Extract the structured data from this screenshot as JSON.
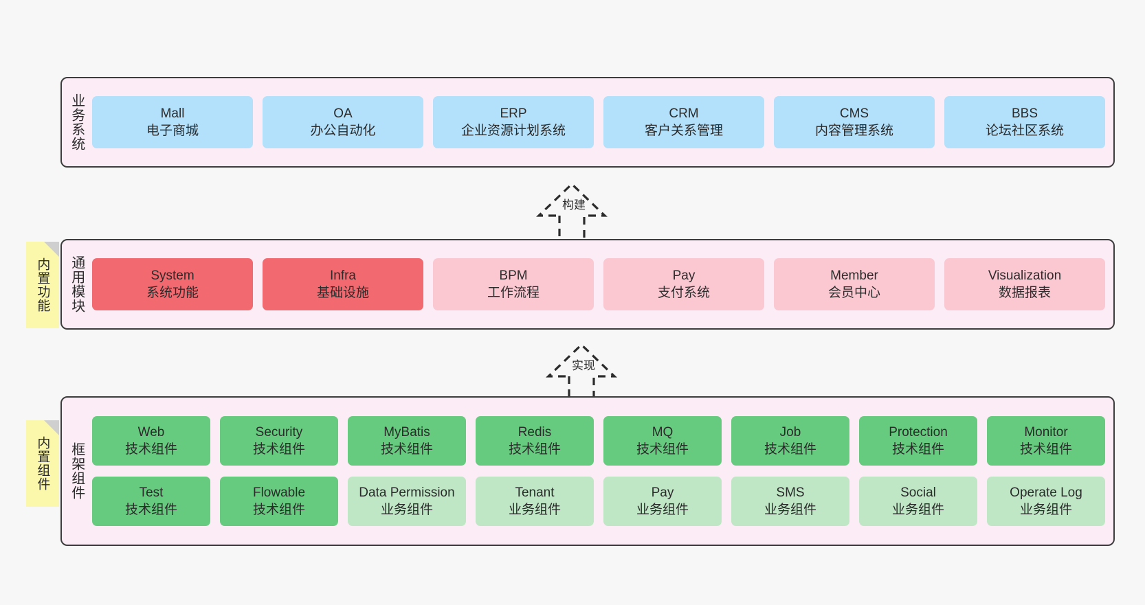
{
  "diagram": {
    "title_semantic": "yudao-framework-architecture",
    "background_color": "#f7f7f7"
  },
  "colors": {
    "layer_bg": "#fbecf5",
    "layer_border": "#3c3c3c",
    "blue": "#b3e0fb",
    "red": "#f26a70",
    "pink": "#fbc8d2",
    "green": "#67cb7f",
    "light_green": "#bfe7c5",
    "note_yellow": "#fbf8ab",
    "note_fold": "#cfcfcf",
    "text": "#2b2b2b"
  },
  "layers": [
    {
      "key": "business",
      "title": "业务系统",
      "rows": [
        {
          "cards": [
            {
              "en": "Mall",
              "cn": "电子商城",
              "color": "blue"
            },
            {
              "en": "OA",
              "cn": "办公自动化",
              "color": "blue"
            },
            {
              "en": "ERP",
              "cn": "企业资源计划系统",
              "color": "blue"
            },
            {
              "en": "CRM",
              "cn": "客户关系管理",
              "color": "blue"
            },
            {
              "en": "CMS",
              "cn": "内容管理系统",
              "color": "blue"
            },
            {
              "en": "BBS",
              "cn": "论坛社区系统",
              "color": "blue"
            }
          ]
        }
      ]
    },
    {
      "key": "common",
      "title": "通用模块",
      "note": "内置功能",
      "rows": [
        {
          "cards": [
            {
              "en": "System",
              "cn": "系统功能",
              "color": "red"
            },
            {
              "en": "Infra",
              "cn": "基础设施",
              "color": "red"
            },
            {
              "en": "BPM",
              "cn": "工作流程",
              "color": "pink"
            },
            {
              "en": "Pay",
              "cn": "支付系统",
              "color": "pink"
            },
            {
              "en": "Member",
              "cn": "会员中心",
              "color": "pink"
            },
            {
              "en": "Visualization",
              "cn": "数据报表",
              "color": "pink"
            }
          ]
        }
      ]
    },
    {
      "key": "framework",
      "title": "框架组件",
      "note": "内置组件",
      "rows": [
        {
          "cards": [
            {
              "en": "Web",
              "cn": "技术组件",
              "color": "green"
            },
            {
              "en": "Security",
              "cn": "技术组件",
              "color": "green"
            },
            {
              "en": "MyBatis",
              "cn": "技术组件",
              "color": "green"
            },
            {
              "en": "Redis",
              "cn": "技术组件",
              "color": "green"
            },
            {
              "en": "MQ",
              "cn": "技术组件",
              "color": "green"
            },
            {
              "en": "Job",
              "cn": "技术组件",
              "color": "green"
            },
            {
              "en": "Protection",
              "cn": "技术组件",
              "color": "green"
            },
            {
              "en": "Monitor",
              "cn": "技术组件",
              "color": "green"
            }
          ]
        },
        {
          "cards": [
            {
              "en": "Test",
              "cn": "技术组件",
              "color": "green"
            },
            {
              "en": "Flowable",
              "cn": "技术组件",
              "color": "green"
            },
            {
              "en": "Data Permission",
              "cn": "业务组件",
              "color": "light_green"
            },
            {
              "en": "Tenant",
              "cn": "业务组件",
              "color": "light_green"
            },
            {
              "en": "Pay",
              "cn": "业务组件",
              "color": "light_green"
            },
            {
              "en": "SMS",
              "cn": "业务组件",
              "color": "light_green"
            },
            {
              "en": "Social",
              "cn": "业务组件",
              "color": "light_green"
            },
            {
              "en": "Operate Log",
              "cn": "业务组件",
              "color": "light_green"
            }
          ]
        }
      ]
    }
  ],
  "arrows": [
    {
      "key": "build",
      "label": "构建",
      "direction": "up"
    },
    {
      "key": "implement",
      "label": "实现",
      "direction": "up"
    }
  ]
}
